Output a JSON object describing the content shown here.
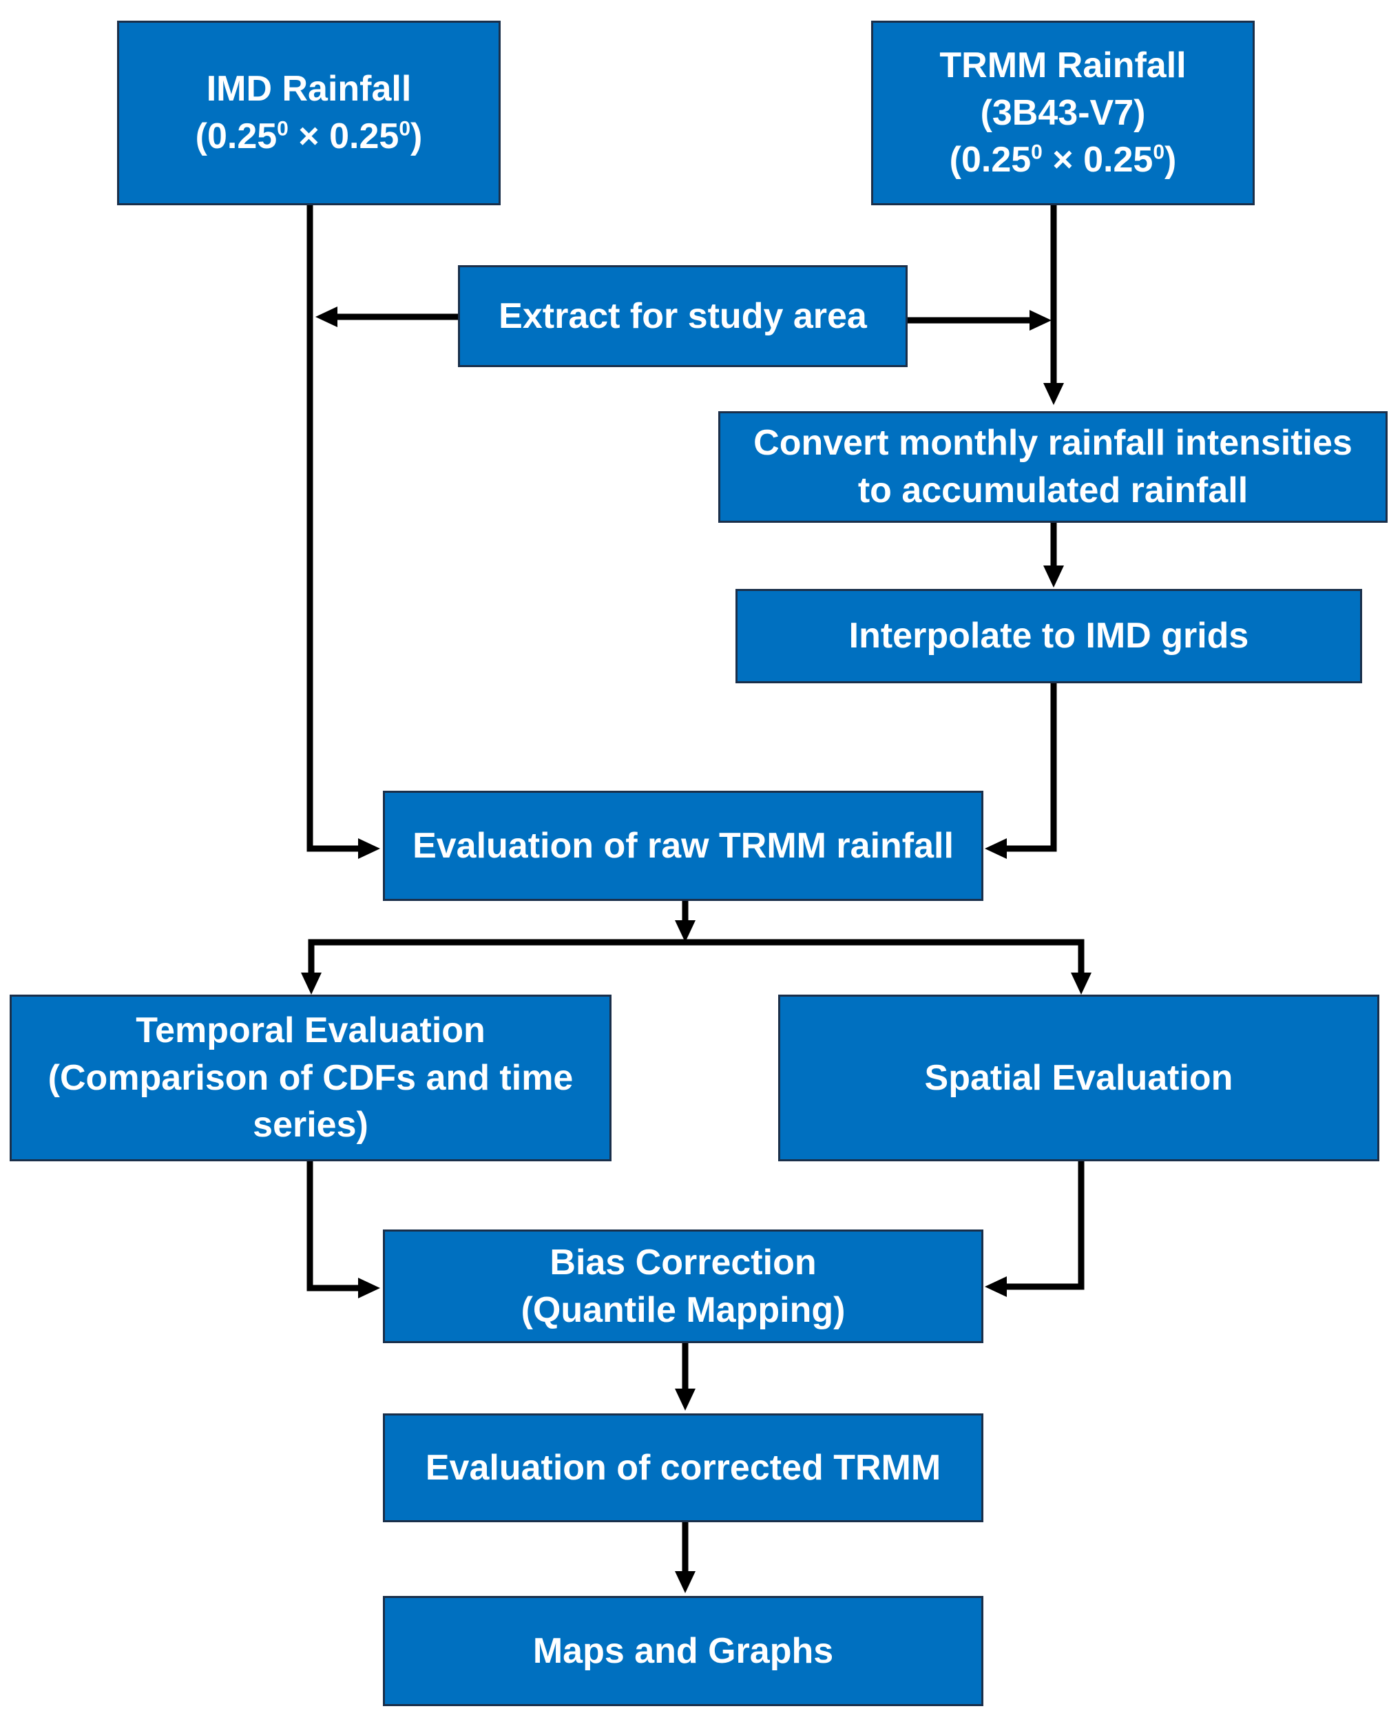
{
  "colors": {
    "box_fill": "#0070C0",
    "box_border": "#1a2f4a",
    "text": "#ffffff",
    "arrow": "#000000"
  },
  "nodes": {
    "imd": {
      "line1": "IMD Rainfall",
      "res_open": "(0.25",
      "res_sup1": "0",
      "res_mid": " × 0.25",
      "res_sup2": "0",
      "res_close": ")"
    },
    "trmm": {
      "line1": "TRMM Rainfall",
      "line2": "(3B43-V7)",
      "res_open": "(0.25",
      "res_sup1": "0",
      "res_mid": " × 0.25",
      "res_sup2": "0",
      "res_close": ")"
    },
    "extract": {
      "label": "Extract for study area"
    },
    "convert": {
      "line1": "Convert monthly rainfall intensities",
      "line2": "to accumulated rainfall"
    },
    "interpolate": {
      "label": "Interpolate to IMD grids"
    },
    "eval_raw": {
      "label": "Evaluation of raw TRMM rainfall"
    },
    "temporal": {
      "line1": "Temporal Evaluation",
      "line2": "(Comparison of CDFs and time",
      "line3": "series)"
    },
    "spatial": {
      "label": "Spatial Evaluation"
    },
    "bias": {
      "line1": "Bias Correction",
      "line2": "(Quantile Mapping)"
    },
    "eval_corrected": {
      "label": "Evaluation of corrected TRMM"
    },
    "maps": {
      "label": "Maps and Graphs"
    }
  }
}
